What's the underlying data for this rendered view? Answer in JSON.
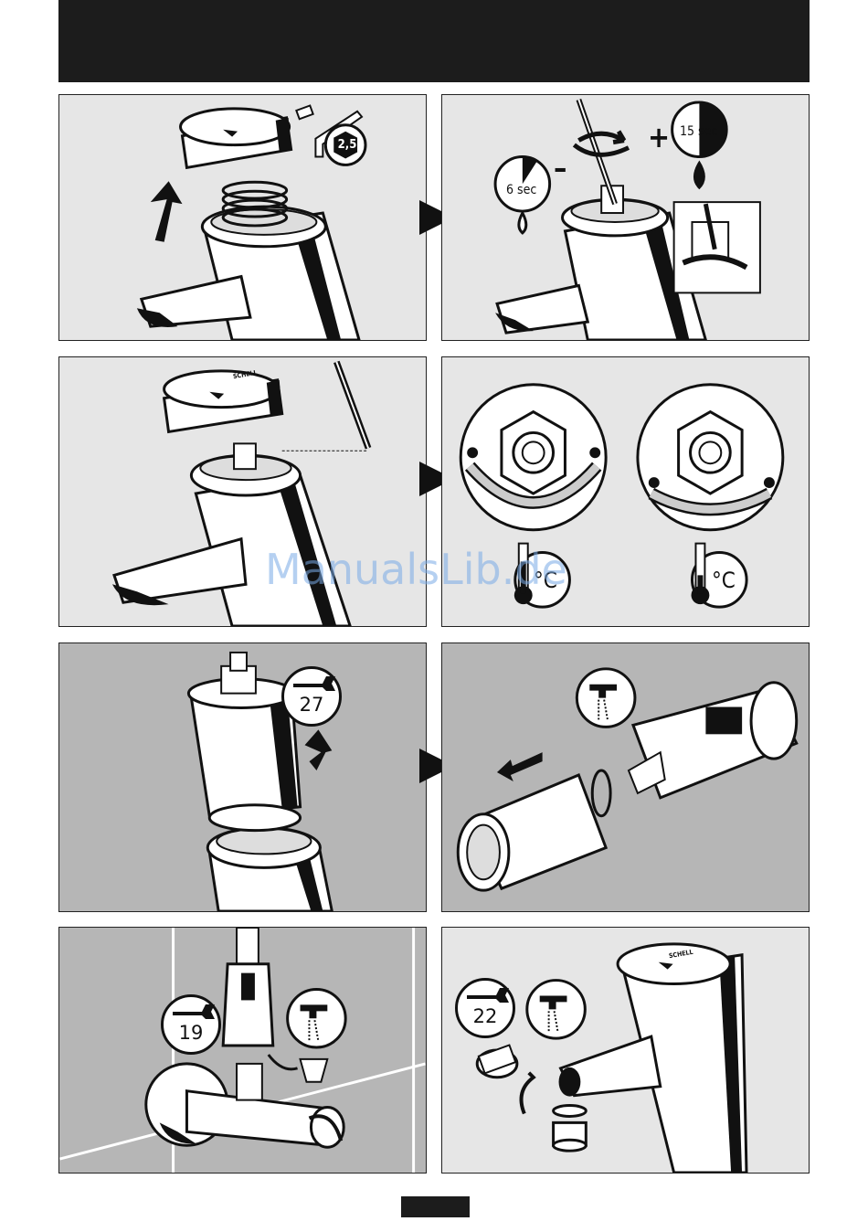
{
  "panel2": {
    "minus_sign": "–",
    "plus_sign": "+",
    "time_short": "6 sec",
    "time_long": "15 sec"
  },
  "panel1": {
    "hex_key_size": "2,5"
  },
  "panel3": {
    "brand": "SCHELL"
  },
  "panel4": {
    "unit_left": "°C",
    "unit_right": "°C"
  },
  "panel5": {
    "wrench_size": "27"
  },
  "panel7": {
    "wrench_size": "19"
  },
  "panel8": {
    "wrench_size": "22",
    "brand": "SCHELL"
  },
  "watermark": {
    "text": "ManualsLib.de"
  },
  "colors": {
    "header": "#1c1c1c",
    "panel_light": "#e6e6e6",
    "panel_dark": "#b6b6b6",
    "ink": "#111111"
  }
}
